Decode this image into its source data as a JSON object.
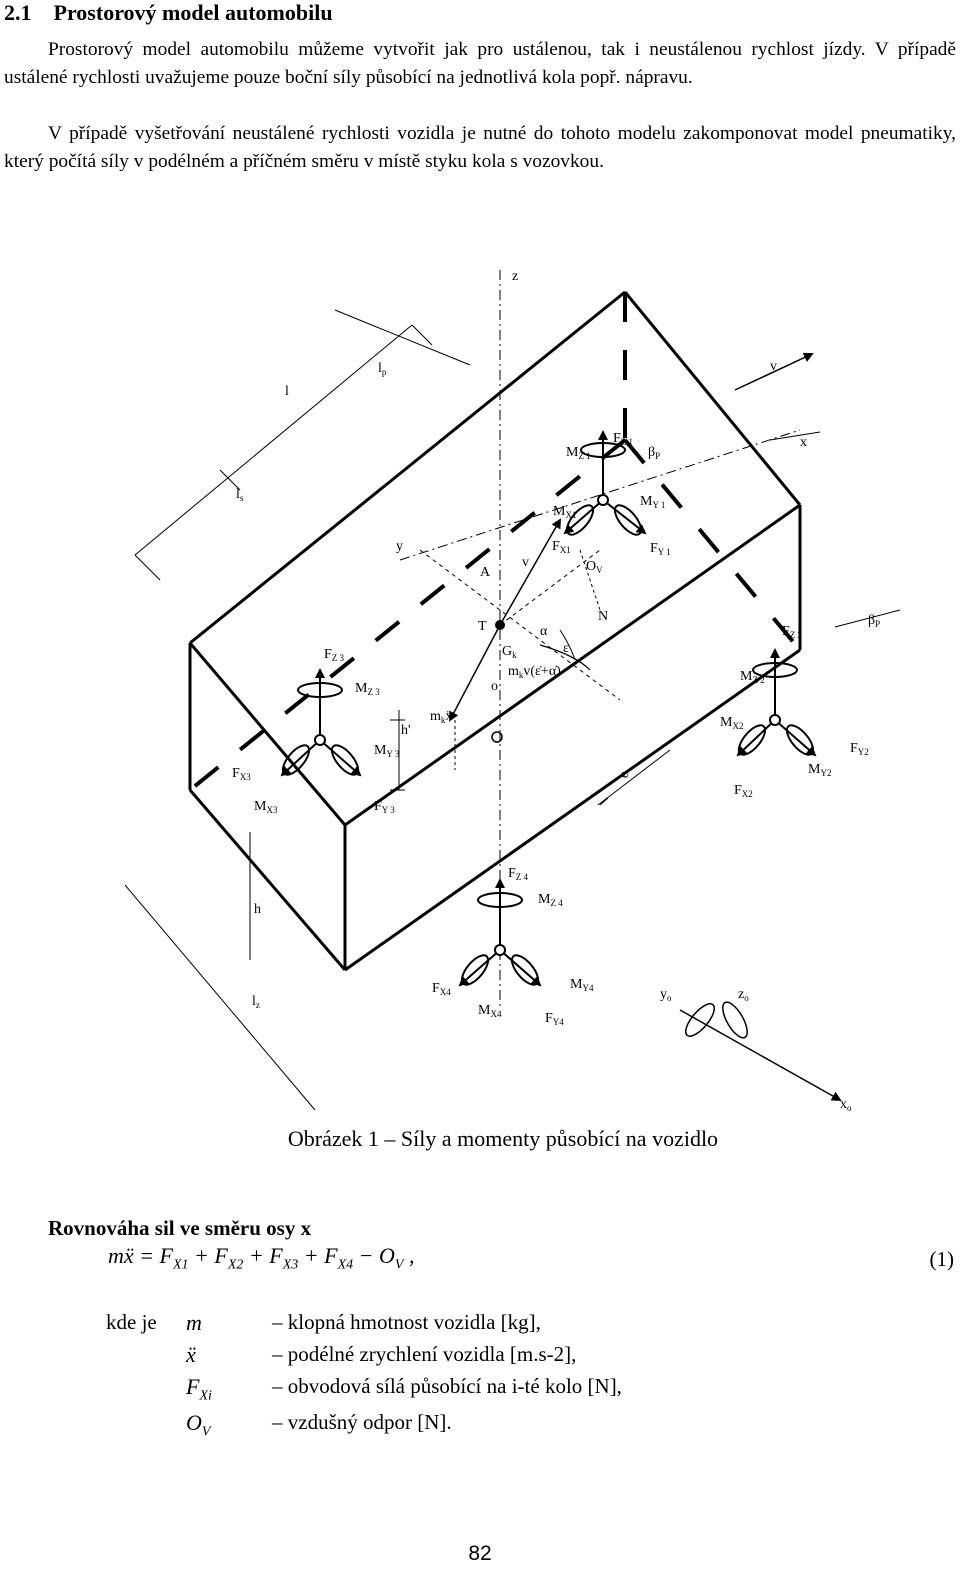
{
  "section": {
    "number": "2.1",
    "title": "Prostorový model automobilu"
  },
  "paragraphs": [
    "Prostorový model automobilu můžeme vytvořit jak pro ustálenou, tak i neustálenou rychlost jízdy. V případě ustálené rychlosti uvažujeme pouze boční síly působící na jednotlivá kola popř. nápravu.",
    "V případě vyšetřování neustálené rychlosti vozidla je nutné do tohoto modelu zakomponovat model pneumatiky, který počítá síly v podélném a příčném směru v místě styku kola s vozovkou."
  ],
  "figure": {
    "caption": "Obrázek 1 – Síly a momenty působící na vozidlo",
    "labels": {
      "z": "z",
      "x": "x",
      "y": "y",
      "v_top": "v",
      "v": "v",
      "l": "l",
      "lp": "l",
      "lp_sub": "p",
      "ls": "l",
      "ls_sub": "s",
      "lz": "l",
      "lz_sub": "z",
      "A": "A",
      "T": "T",
      "N": "N",
      "Ov": "O",
      "Ov_sub": "V",
      "alpha": "α",
      "eps": "ε",
      "o1": "o",
      "o2": "o",
      "Gk": "G",
      "Gk_sub": "k",
      "mkv": "m",
      "mkv_sub": "k",
      "mkv_rest": "v(ε̇+α̇)",
      "mkx": "m",
      "mkx_sub": "k",
      "mkx_rest": "ẍ",
      "h": "h",
      "hprime": "h'",
      "e": "e",
      "beta": "β",
      "beta_sub": "P",
      "beta2": "β",
      "beta2_sub": "P",
      "F": "F",
      "M": "M",
      "Z1": "Z 1",
      "X1": "X1",
      "Y1": "Y 1",
      "Z2": "Z 2",
      "X2": "X2",
      "Y2": "Y2",
      "Z3": "Z 3",
      "X3": "X3",
      "Y3": "Y 3",
      "Z4": "Z 4",
      "X4": "X4",
      "Y4": "Y4",
      "yo": "y",
      "zo": "z",
      "xo": "x",
      "o_sub": "o"
    }
  },
  "subheading": "Rovnováha sil ve směru osy x",
  "equation": {
    "lhs": "mẍ",
    "eq": " = ",
    "terms": [
      {
        "sym": "F",
        "sub": "X1",
        "op": " + "
      },
      {
        "sym": "F",
        "sub": "X2",
        "op": " + "
      },
      {
        "sym": "F",
        "sub": "X3",
        "op": " + "
      },
      {
        "sym": "F",
        "sub": "X4",
        "op": " − "
      },
      {
        "sym": "O",
        "sub": "V",
        "op": " ,"
      }
    ],
    "number": "(1)"
  },
  "where": {
    "intro": "kde je",
    "rows": [
      {
        "sym": "m",
        "sub": "",
        "desc": "– klopná hmotnost vozidla [kg],"
      },
      {
        "sym": "ẍ",
        "sub": "",
        "desc": "– podélné zrychlení vozidla [m.s-2],"
      },
      {
        "sym": "F",
        "sub": "Xi",
        "desc": "– obvodová sílá působící na i-té kolo [N],"
      },
      {
        "sym": "O",
        "sub": "V",
        "desc": "– vzdušný odpor [N]."
      }
    ]
  },
  "page_number": "82"
}
